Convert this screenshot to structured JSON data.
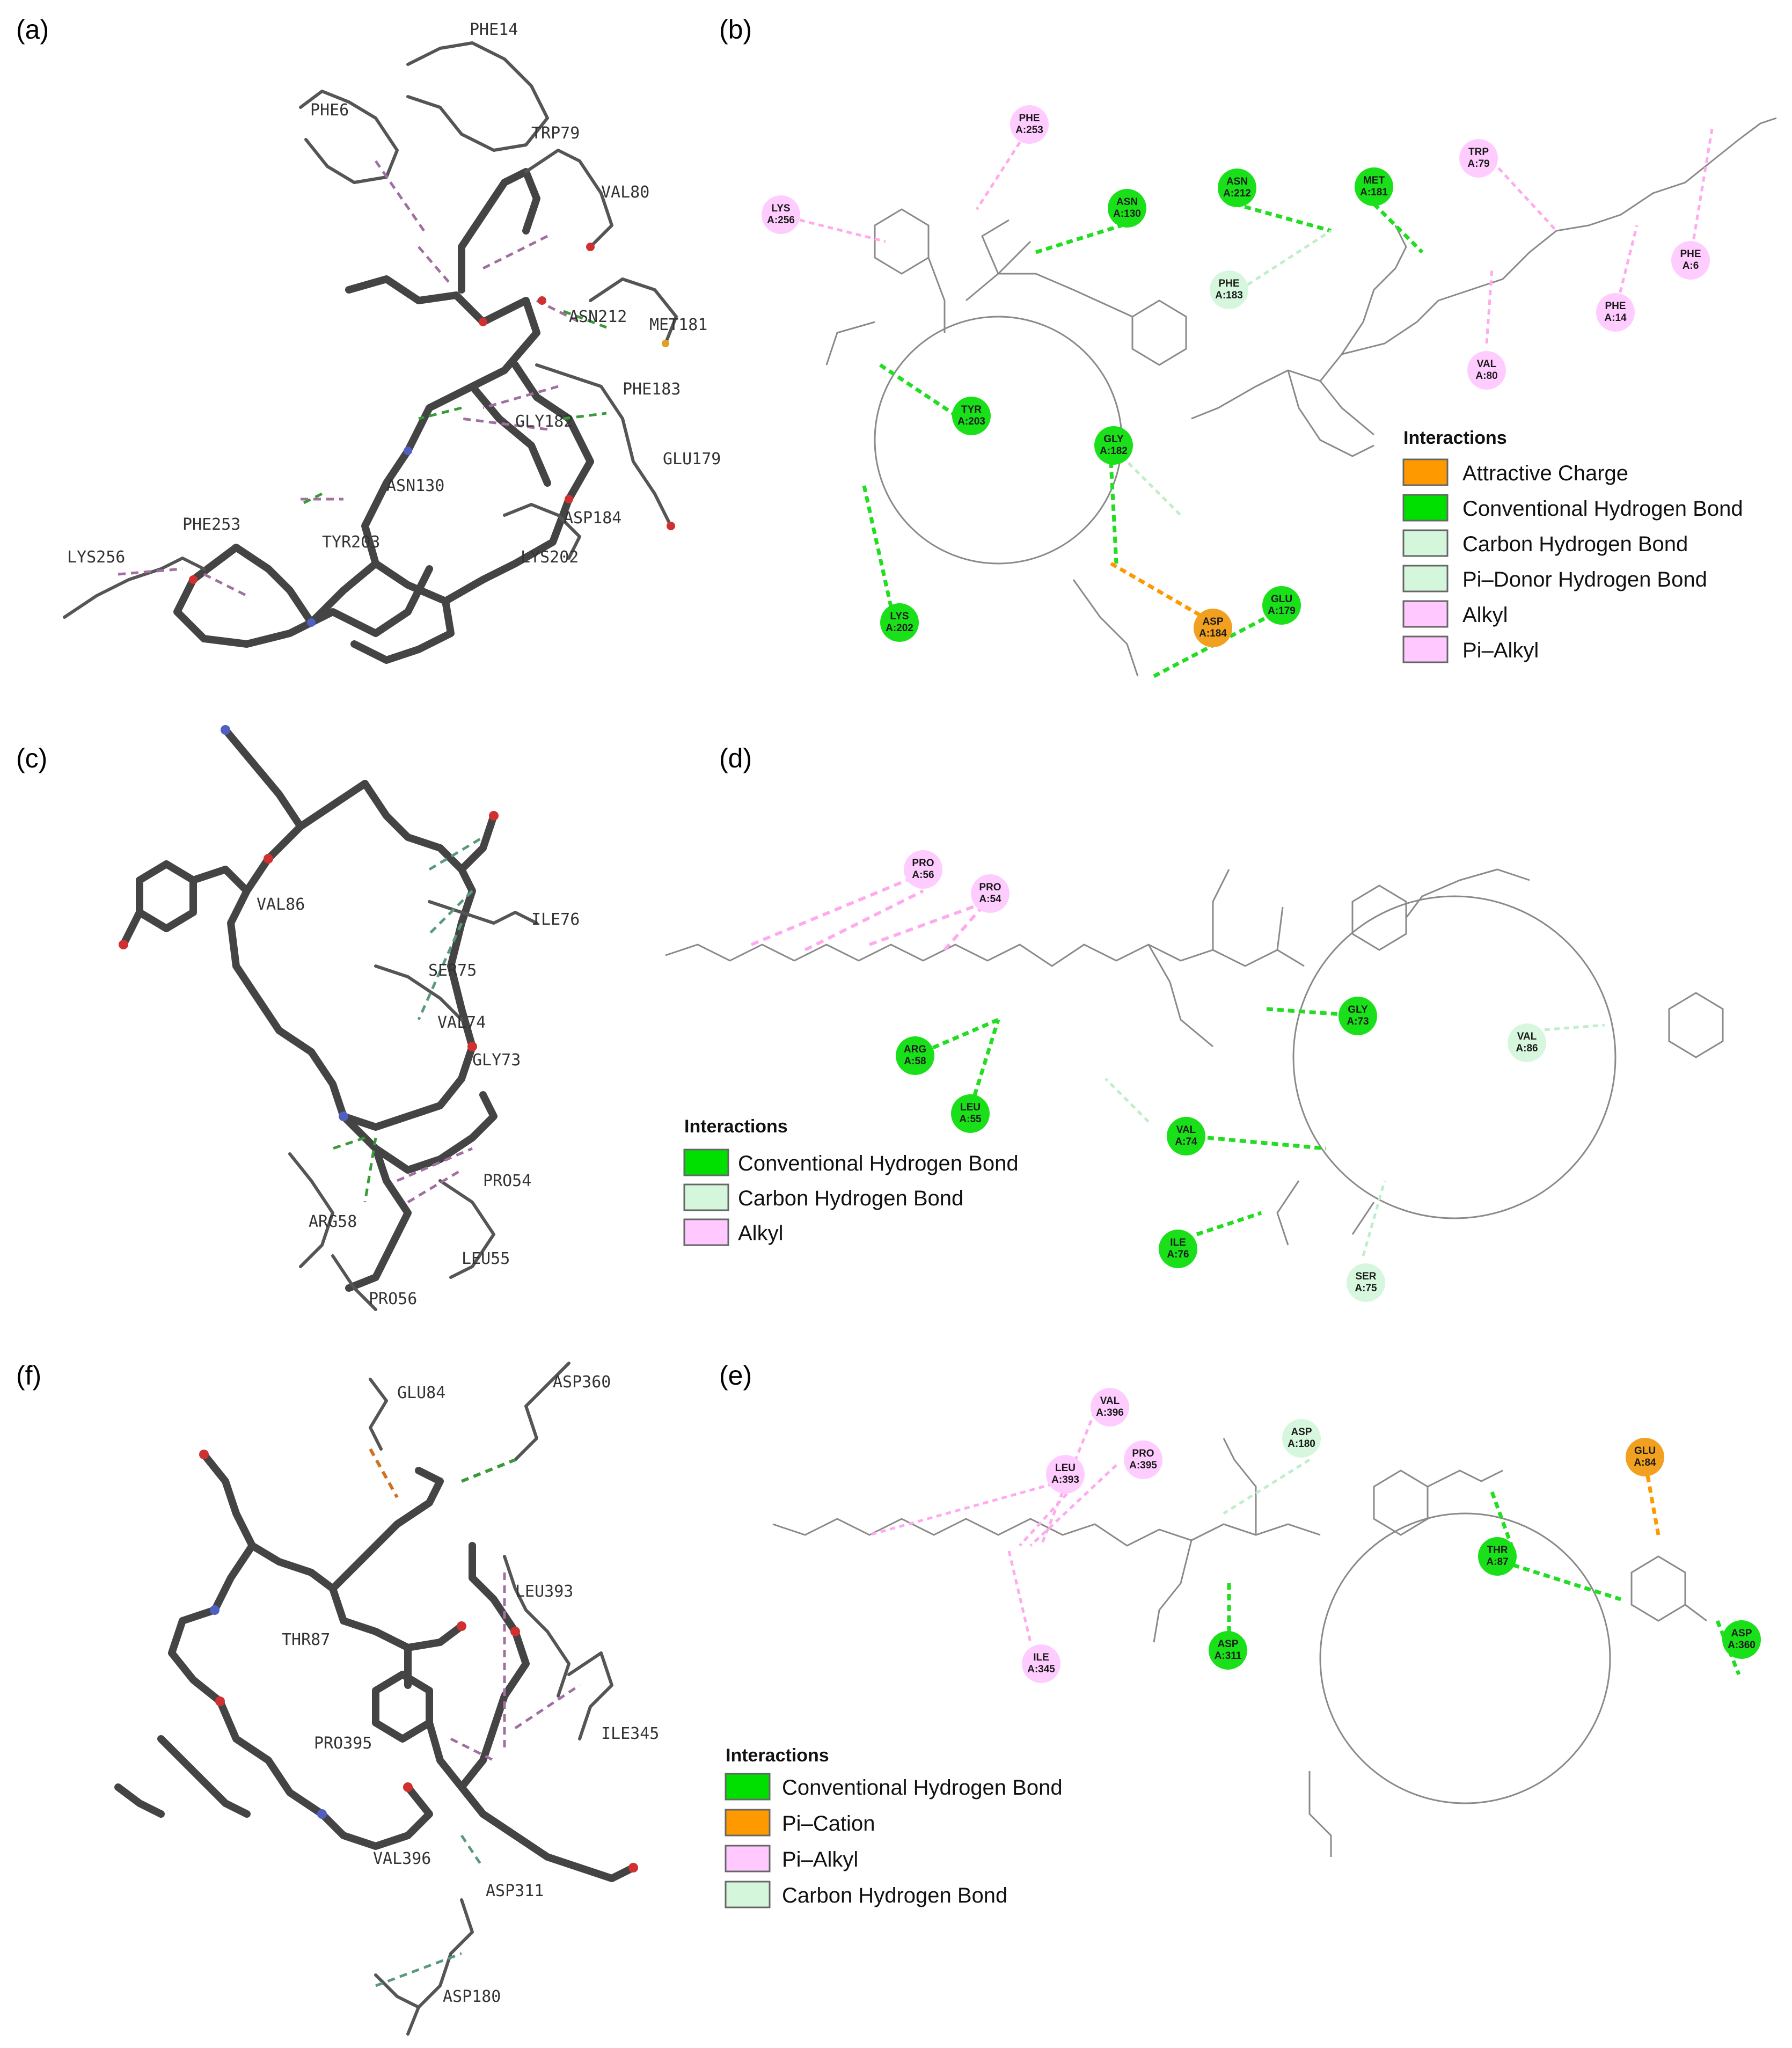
{
  "panels": {
    "a": {
      "label": "(a)",
      "residues": [
        "PHE14",
        "PHE6",
        "TRP79",
        "VAL80",
        "ASN212",
        "MET181",
        "PHE183",
        "GLY182",
        "GLU179",
        "ASN130",
        "ASP184",
        "TYR203",
        "LYS202",
        "PHE253",
        "LYS256"
      ]
    },
    "b": {
      "label": "(b)",
      "legend": {
        "title": "Interactions",
        "items": [
          {
            "label": "Attractive Charge",
            "color": "#ff9900"
          },
          {
            "label": "Conventional Hydrogen Bond",
            "color": "#00e000"
          },
          {
            "label": "Carbon Hydrogen Bond",
            "color": "#d4f7dc"
          },
          {
            "label": "Pi–Donor Hydrogen Bond",
            "color": "#d4f7dc"
          },
          {
            "label": "Alkyl",
            "color": "#ffc8ff"
          },
          {
            "label": "Pi–Alkyl",
            "color": "#ffc8ff"
          }
        ]
      },
      "residues": [
        {
          "l1": "PHE",
          "l2": "A:253",
          "type": "pink"
        },
        {
          "l1": "LYS",
          "l2": "A:256",
          "type": "pink"
        },
        {
          "l1": "ASN",
          "l2": "A:130",
          "type": "green"
        },
        {
          "l1": "ASN",
          "l2": "A:212",
          "type": "green"
        },
        {
          "l1": "MET",
          "l2": "A:181",
          "type": "green"
        },
        {
          "l1": "TRP",
          "l2": "A:79",
          "type": "pink"
        },
        {
          "l1": "PHE",
          "l2": "A:183",
          "type": "light"
        },
        {
          "l1": "PHE",
          "l2": "A:6",
          "type": "pink"
        },
        {
          "l1": "PHE",
          "l2": "A:14",
          "type": "pink"
        },
        {
          "l1": "VAL",
          "l2": "A:80",
          "type": "pink"
        },
        {
          "l1": "TYR",
          "l2": "A:203",
          "type": "green"
        },
        {
          "l1": "GLY",
          "l2": "A:182",
          "type": "green"
        },
        {
          "l1": "LYS",
          "l2": "A:202",
          "type": "green"
        },
        {
          "l1": "ASP",
          "l2": "A:184",
          "type": "orange"
        },
        {
          "l1": "GLU",
          "l2": "A:179",
          "type": "green"
        }
      ]
    },
    "c": {
      "label": "(c)",
      "residues": [
        "VAL86",
        "ILE76",
        "SER75",
        "VAL74",
        "GLY73",
        "PRO54",
        "ARG58",
        "LEU55",
        "PRO56"
      ]
    },
    "d": {
      "label": "(d)",
      "legend": {
        "title": "Interactions",
        "items": [
          {
            "label": "Conventional Hydrogen Bond",
            "color": "#00e000"
          },
          {
            "label": "Carbon Hydrogen Bond",
            "color": "#d4f7dc"
          },
          {
            "label": "Alkyl",
            "color": "#ffc8ff"
          }
        ]
      },
      "residues": [
        {
          "l1": "PRO",
          "l2": "A:56",
          "type": "pink"
        },
        {
          "l1": "PRO",
          "l2": "A:54",
          "type": "pink"
        },
        {
          "l1": "ARG",
          "l2": "A:58",
          "type": "green"
        },
        {
          "l1": "LEU",
          "l2": "A:55",
          "type": "green"
        },
        {
          "l1": "GLY",
          "l2": "A:73",
          "type": "green"
        },
        {
          "l1": "VAL",
          "l2": "A:86",
          "type": "light"
        },
        {
          "l1": "VAL",
          "l2": "A:74",
          "type": "green"
        },
        {
          "l1": "ILE",
          "l2": "A:76",
          "type": "green"
        },
        {
          "l1": "SER",
          "l2": "A:75",
          "type": "light"
        }
      ]
    },
    "f": {
      "label": "(f)",
      "residues": [
        "GLU84",
        "ASP360",
        "LEU393",
        "THR87",
        "ILE345",
        "PRO395",
        "VAL396",
        "ASP311",
        "ASP180"
      ]
    },
    "e": {
      "label": "(e)",
      "legend": {
        "title": "Interactions",
        "items": [
          {
            "label": "Conventional Hydrogen Bond",
            "color": "#00e000"
          },
          {
            "label": "Pi–Cation",
            "color": "#ff9900"
          },
          {
            "label": "Pi–Alkyl",
            "color": "#ffc8ff"
          },
          {
            "label": "Carbon Hydrogen Bond",
            "color": "#d4f7dc"
          }
        ]
      },
      "residues": [
        {
          "l1": "VAL",
          "l2": "A:396",
          "type": "pink"
        },
        {
          "l1": "ASP",
          "l2": "A:180",
          "type": "light"
        },
        {
          "l1": "LEU",
          "l2": "A:393",
          "type": "pink"
        },
        {
          "l1": "PRO",
          "l2": "A:395",
          "type": "pink"
        },
        {
          "l1": "GLU",
          "l2": "A:84",
          "type": "orange"
        },
        {
          "l1": "THR",
          "l2": "A:87",
          "type": "green"
        },
        {
          "l1": "ASP",
          "l2": "A:311",
          "type": "green"
        },
        {
          "l1": "ILE",
          "l2": "A:345",
          "type": "pink"
        },
        {
          "l1": "ASP",
          "l2": "A:360",
          "type": "green"
        }
      ]
    }
  }
}
